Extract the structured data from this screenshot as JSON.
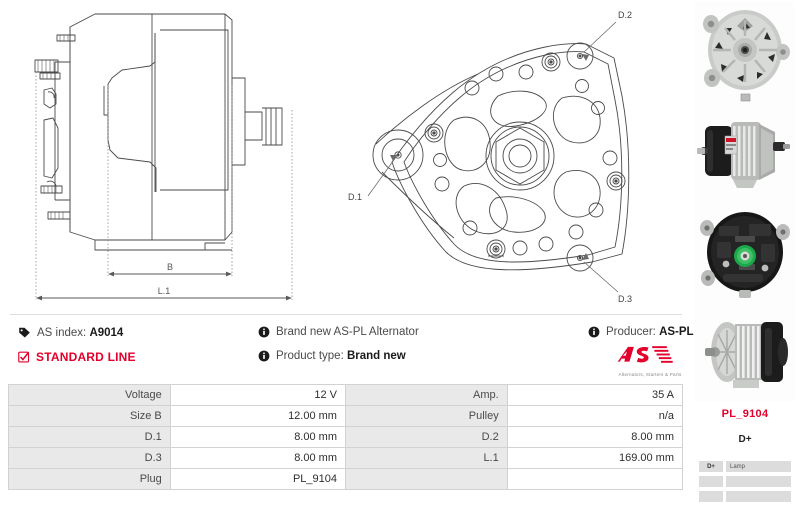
{
  "drawings": {
    "side_view": {
      "name": "alternator-side-view-technical-drawing",
      "dimension_b_label": "B",
      "dimension_l1_label": "L.1"
    },
    "front_view": {
      "name": "alternator-front-view-technical-drawing",
      "callout_d1": "D.1",
      "callout_d2": "D.2",
      "callout_d3": "D.3"
    }
  },
  "info": {
    "as_index_label": "AS index:",
    "as_index_value": "A9014",
    "standard_line": "STANDARD LINE",
    "brand_new_text": "Brand new AS-PL Alternator",
    "product_type_label": "Product type:",
    "product_type_value": "Brand new",
    "producer_label": "Producer:",
    "producer_value": "AS-PL",
    "logo_text": "AS",
    "logo_tagline": "Alternators, Starters & Parts"
  },
  "spec_table": {
    "rows": [
      {
        "label_left": "Voltage",
        "value_left": "12 V",
        "label_right": "Amp.",
        "value_right": "35 A"
      },
      {
        "label_left": "Size B",
        "value_left": "12.00 mm",
        "label_right": "Pulley",
        "value_right": "n/a"
      },
      {
        "label_left": "D.1",
        "value_left": "8.00 mm",
        "label_right": "D.2",
        "value_right": "8.00 mm"
      },
      {
        "label_left": "D.3",
        "value_left": "8.00 mm",
        "label_right": "L.1",
        "value_right": "169.00 mm"
      },
      {
        "label_left": "Plug",
        "value_left": "PL_9104",
        "label_right": "",
        "value_right": ""
      }
    ]
  },
  "sidebar": {
    "photos": [
      {
        "name": "alternator-photo-front"
      },
      {
        "name": "alternator-photo-side"
      },
      {
        "name": "alternator-photo-rear"
      },
      {
        "name": "alternator-photo-angled"
      }
    ],
    "plug_code": "PL_9104",
    "dplus_label": "D+",
    "pin_table": [
      {
        "pin": "D+",
        "desc": "Lamp"
      },
      {
        "pin": "",
        "desc": ""
      },
      {
        "pin": "",
        "desc": ""
      }
    ]
  },
  "colors": {
    "brand_red": "#e3002b",
    "table_label_bg": "#e9e9e9",
    "border": "#d2d2d2"
  }
}
